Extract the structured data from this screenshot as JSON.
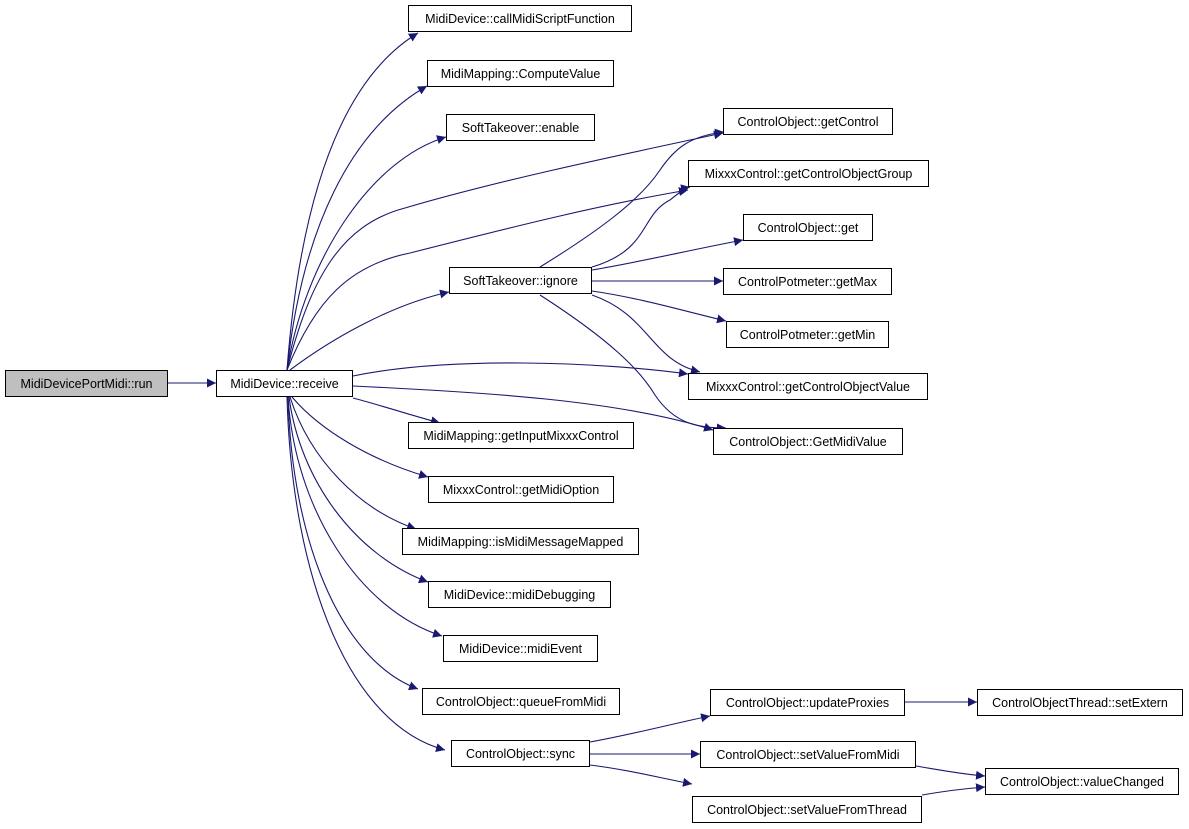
{
  "nodes": {
    "run": "MidiDevicePortMidi::run",
    "receive": "MidiDevice::receive",
    "callMidiScriptFunction": "MidiDevice::callMidiScriptFunction",
    "computeValue": "MidiMapping::ComputeValue",
    "enable": "SoftTakeover::enable",
    "ignore": "SoftTakeover::ignore",
    "getInputMixxxControl": "MidiMapping::getInputMixxxControl",
    "getMidiOption": "MixxxControl::getMidiOption",
    "isMidiMessageMapped": "MidiMapping::isMidiMessageMapped",
    "midiDebugging": "MidiDevice::midiDebugging",
    "midiEvent": "MidiDevice::midiEvent",
    "queueFromMidi": "ControlObject::queueFromMidi",
    "sync": "ControlObject::sync",
    "getControl": "ControlObject::getControl",
    "getControlObjectGroup": "MixxxControl::getControlObjectGroup",
    "get": "ControlObject::get",
    "getMax": "ControlPotmeter::getMax",
    "getMin": "ControlPotmeter::getMin",
    "getControlObjectValue": "MixxxControl::getControlObjectValue",
    "getMidiValue": "ControlObject::GetMidiValue",
    "updateProxies": "ControlObject::updateProxies",
    "setValueFromMidi": "ControlObject::setValueFromMidi",
    "setValueFromThread": "ControlObject::setValueFromThread",
    "setExtern": "ControlObjectThread::setExtern",
    "valueChanged": "ControlObject::valueChanged"
  },
  "colors": {
    "edge": "#191970",
    "root_fill": "#bfbfbf",
    "node_fill": "#ffffff",
    "border": "#000000"
  }
}
